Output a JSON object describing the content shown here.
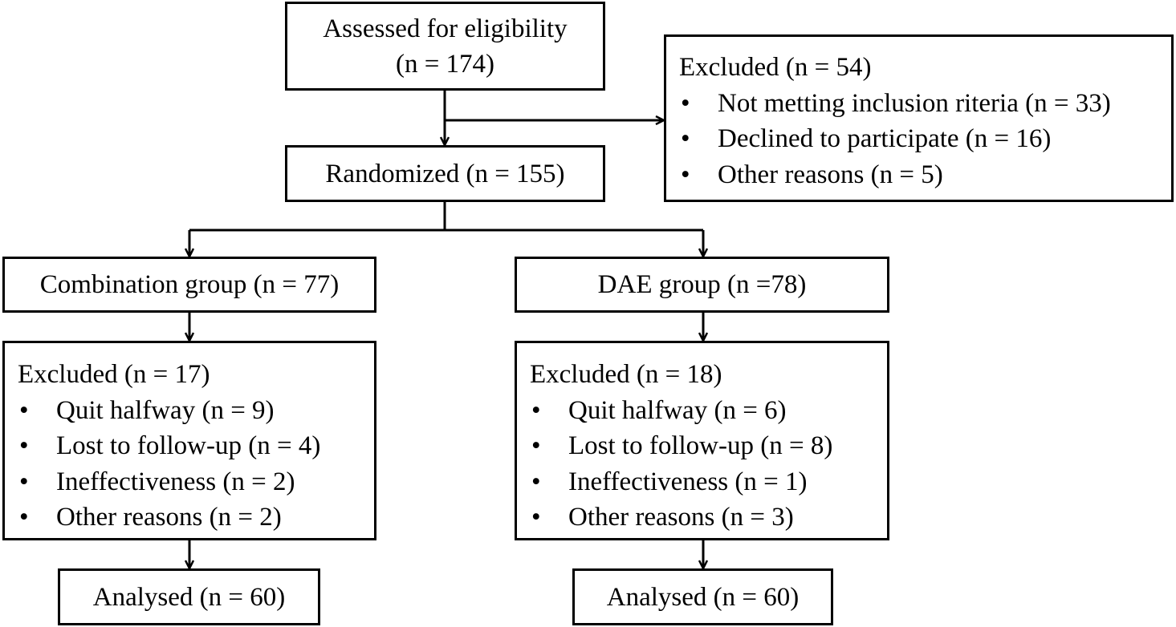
{
  "assessed": {
    "title": "Assessed for eligibility",
    "count": "(n = 174)"
  },
  "excluded_top": {
    "heading": "Excluded (n = 54)",
    "items": [
      "Not metting inclusion riteria (n = 33)",
      "Declined to participate (n = 16)",
      "Other reasons (n = 5)"
    ]
  },
  "randomized": {
    "label": "Randomized (n = 155)"
  },
  "groups": {
    "left": {
      "label": "Combination group (n = 77)",
      "excluded_heading": "Excluded (n = 17)",
      "excluded_items": [
        "Quit halfway (n = 9)",
        "Lost to follow-up (n = 4)",
        "Ineffectiveness (n = 2)",
        "Other reasons (n = 2)"
      ],
      "analysed": "Analysed (n = 60)"
    },
    "right": {
      "label": "DAE group (n =78)",
      "excluded_heading": "Excluded (n = 18)",
      "excluded_items": [
        "Quit halfway (n = 6)",
        "Lost to follow-up (n = 8)",
        "Ineffectiveness (n = 1)",
        "Other reasons (n = 3)"
      ],
      "analysed": "Analysed (n = 60)"
    }
  },
  "bullet_char": "•",
  "line_color": "#000000"
}
